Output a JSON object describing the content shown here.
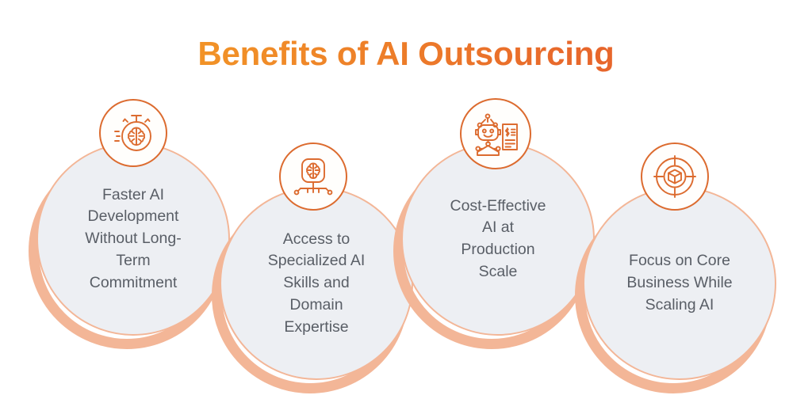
{
  "infographic": {
    "title": "Benefits of AI Outsourcing",
    "background_color": "#FFFFFF",
    "title_gradient_from": "#F5A623",
    "title_gradient_to": "#E35A2B",
    "accent_color": "#DC6B2F",
    "ring_color": "#F3B697",
    "disc_fill_color": "#EDEFF3",
    "text_color": "#595E66",
    "nodes": [
      {
        "index": "1",
        "label": "Faster AI\nDevelopment\nWithout Long-\nTerm\nCommitment",
        "icon": "stopwatch-brain-icon"
      },
      {
        "index": "2",
        "label": "Access to\nSpecialized AI\nSkills and\nDomain\nExpertise",
        "icon": "brain-chip-circuit-icon"
      },
      {
        "index": "3",
        "label": "Cost-Effective\nAI at\nProduction\nScale",
        "icon": "robot-invoice-icon"
      },
      {
        "index": "4",
        "label": "Focus on Core\nBusiness While\nScaling AI",
        "icon": "target-cube-icon"
      }
    ]
  }
}
